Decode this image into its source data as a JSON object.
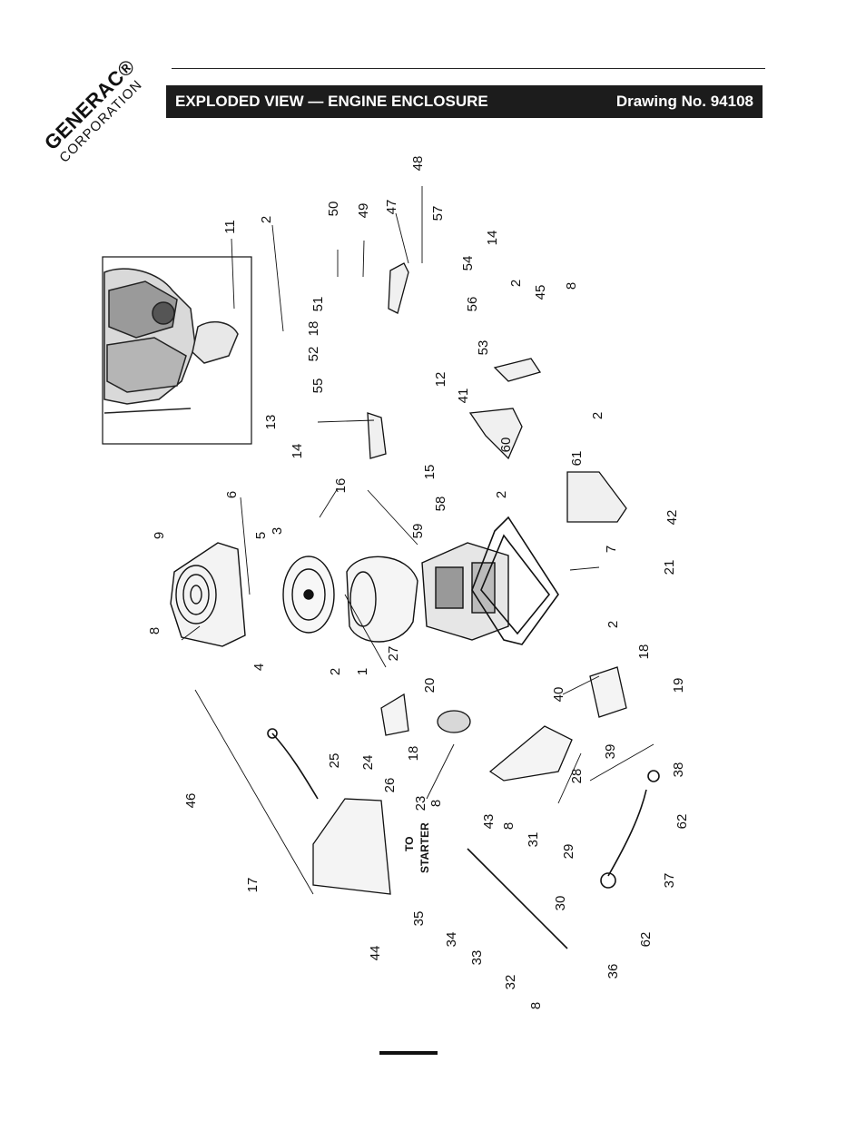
{
  "header": {
    "logo_brand": "GENERAC®",
    "logo_sub": "CORPORATION",
    "title": "EXPLODED VIEW — ENGINE ENCLOSURE",
    "drawing_no": "Drawing No. 94108"
  },
  "diagram": {
    "to_starter": [
      "TO",
      "STARTER"
    ],
    "callouts": [
      "11",
      "2",
      "50",
      "49",
      "47",
      "48",
      "57",
      "54",
      "51",
      "18",
      "52",
      "56",
      "53",
      "55",
      "14",
      "2",
      "45",
      "8",
      "12",
      "13",
      "14",
      "15",
      "41",
      "60",
      "61",
      "2",
      "2",
      "16",
      "6",
      "9",
      "5",
      "3",
      "59",
      "58",
      "42",
      "7",
      "21",
      "8",
      "4",
      "2",
      "1",
      "27",
      "20",
      "2",
      "40",
      "18",
      "19",
      "46",
      "25",
      "24",
      "26",
      "18",
      "23",
      "8",
      "39",
      "38",
      "28",
      "62",
      "43",
      "8",
      "17",
      "44",
      "31",
      "29",
      "37",
      "35",
      "34",
      "33",
      "30",
      "62",
      "32",
      "36",
      "8"
    ]
  }
}
